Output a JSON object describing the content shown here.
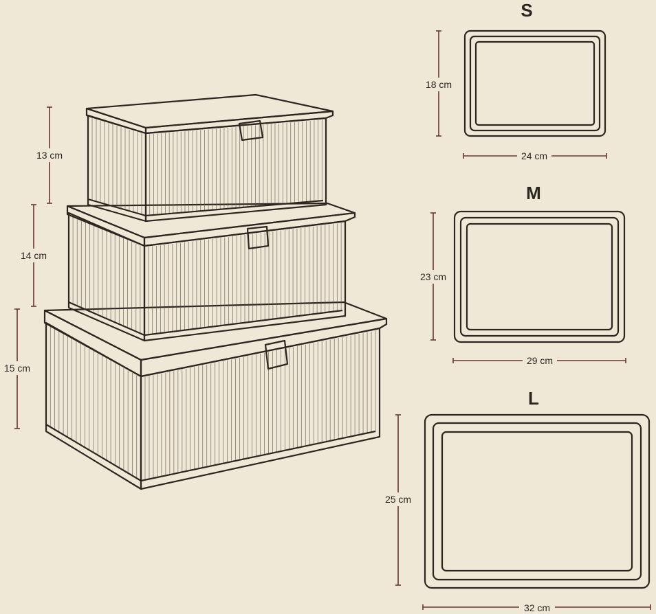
{
  "stack": {
    "small_height": "13 cm",
    "medium_height": "14 cm",
    "large_height": "15 cm"
  },
  "sizes": {
    "small": {
      "letter": "S",
      "depth": "18 cm",
      "width": "24 cm"
    },
    "medium": {
      "letter": "M",
      "depth": "23 cm",
      "width": "29 cm"
    },
    "large": {
      "letter": "L",
      "depth": "25 cm",
      "width": "32 cm"
    }
  },
  "colors": {
    "background": "#f0e8d7",
    "line": "#2b2620",
    "dimension": "#6a3430",
    "box_fill": "#ece3d0"
  }
}
